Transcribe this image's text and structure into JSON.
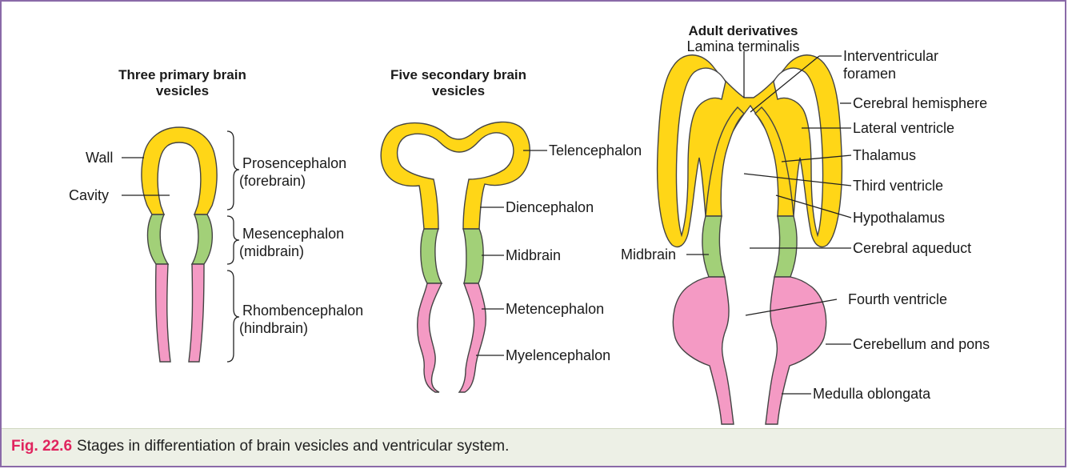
{
  "colors": {
    "border": "#8a6aa8",
    "forebrain_yellow": "#ffd617",
    "midbrain_green": "#a2d078",
    "hindbrain_pink": "#f49ac4",
    "caption_number": "#e0245e",
    "caption_bar": "#edf0e6"
  },
  "stage1": {
    "title_line1": "Three primary brain",
    "title_line2": "vesicles",
    "labels": {
      "wall": "Wall",
      "cavity": "Cavity",
      "prosencephalon": "Prosencephalon",
      "forebrain": "(forebrain)",
      "mesencephalon": "Mesencephalon",
      "midbrain": "(midbrain)",
      "rhombencephalon": "Rhombencephalon",
      "hindbrain": "(hindbrain)"
    }
  },
  "stage2": {
    "title_line1": "Five secondary brain",
    "title_line2": "vesicles",
    "labels": {
      "telencephalon": "Telencephalon",
      "diencephalon": "Diencephalon",
      "midbrain": "Midbrain",
      "metencephalon": "Metencephalon",
      "myelencephalon": "Myelencephalon"
    }
  },
  "stage3": {
    "title": "Adult derivatives",
    "labels": {
      "lamina_terminalis": "Lamina terminalis",
      "interventricular_1": "Interventricular",
      "interventricular_2": "foramen",
      "cerebral_hemisphere": "Cerebral hemisphere",
      "lateral_ventricle": "Lateral ventricle",
      "thalamus": "Thalamus",
      "third_ventricle": "Third ventricle",
      "hypothalamus": "Hypothalamus",
      "midbrain": "Midbrain",
      "cerebral_aqueduct": "Cerebral aqueduct",
      "fourth_ventricle": "Fourth ventricle",
      "cerebellum_pons": "Cerebellum and pons",
      "medulla": "Medulla oblongata"
    }
  },
  "caption": {
    "number": "Fig. 22.6",
    "text": "Stages in differentiation of brain vesicles and ventricular system."
  }
}
